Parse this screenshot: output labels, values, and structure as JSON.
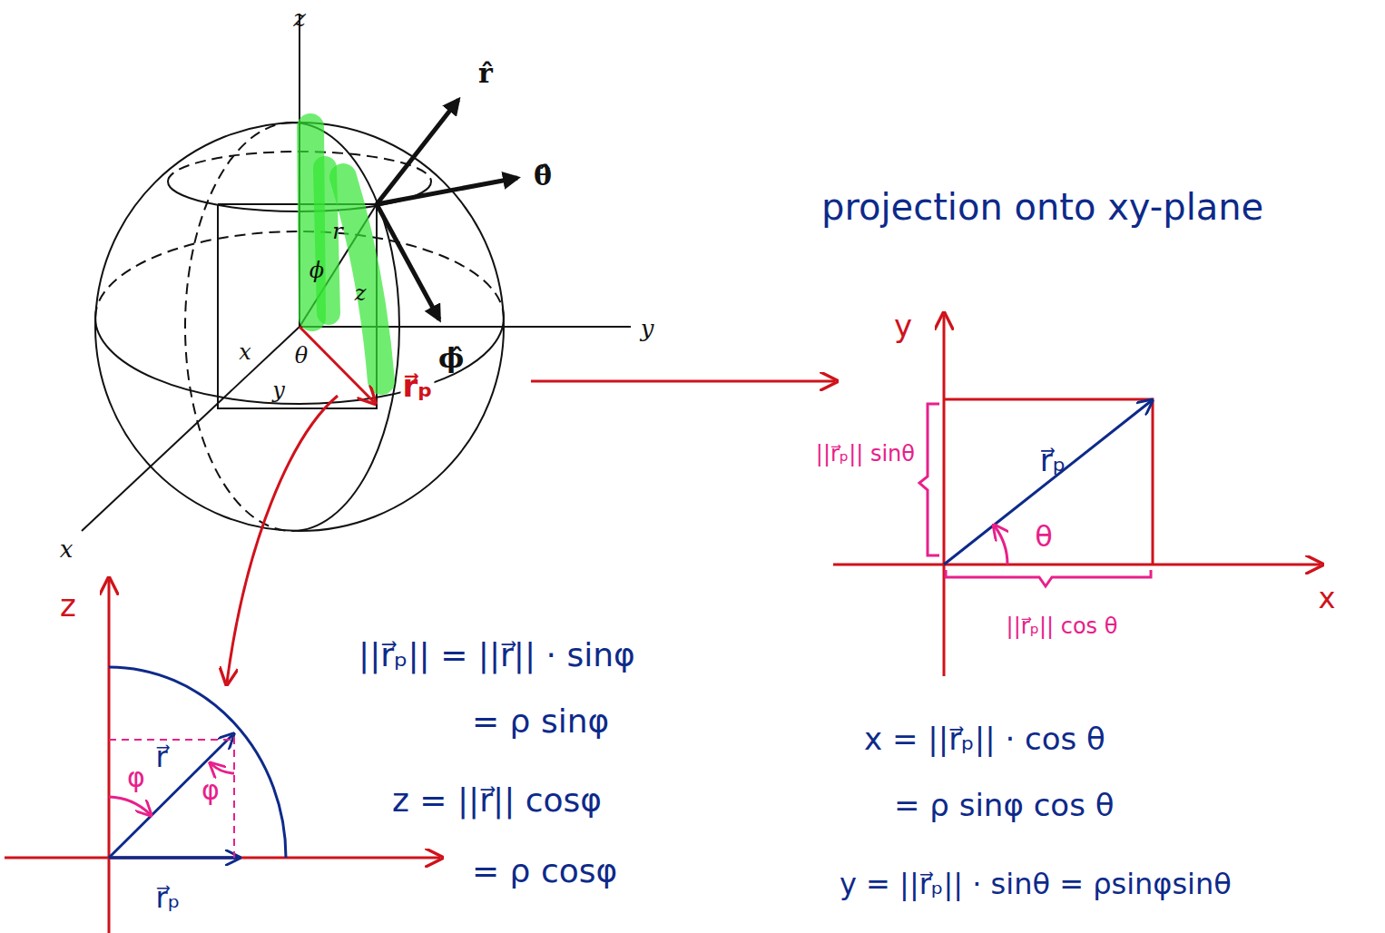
{
  "diagram": {
    "labels": [
      "z",
      "r̂",
      "θ̂",
      "r",
      "ϕ",
      "z",
      "y",
      "x",
      "θ",
      "y",
      "ϕ̂",
      "r⃗ₚ",
      "x",
      "projection onto xy-plane",
      "y",
      "||r⃗ₚ|| sinθ",
      "r⃗ₚ",
      "θ",
      "x",
      "||r⃗ₚ|| cos θ",
      "z",
      "r⃗",
      "φ",
      "φ",
      "r⃗ₚ",
      "||r⃗ₚ|| = ||r⃗|| · sinφ",
      "= ρ sinφ",
      "z = ||r⃗|| cosφ",
      "= ρ cosφ",
      "x = ||r⃗ₚ|| · cos θ",
      "= ρ sinφ cos θ",
      "y = ||r⃗ₚ|| · sinθ = ρsinφsinθ"
    ]
  }
}
